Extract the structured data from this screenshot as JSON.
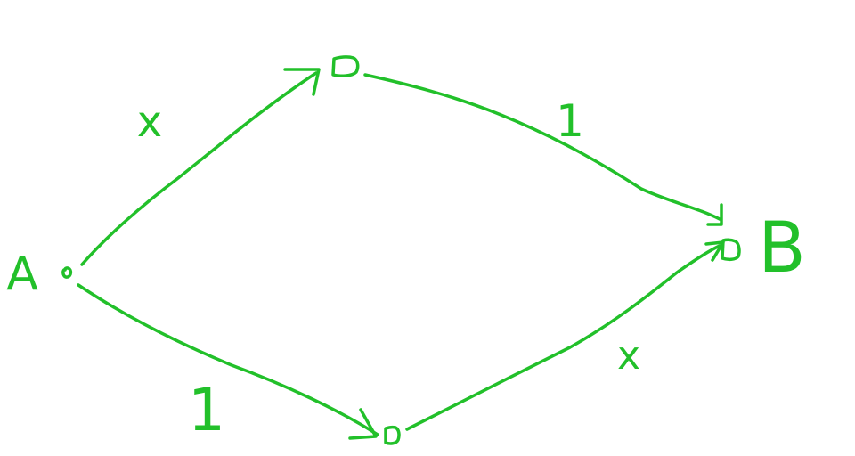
{
  "colors": {
    "ink": "#22c02a",
    "background": "#ffffff"
  },
  "nodes": {
    "a": {
      "label": "A"
    },
    "b": {
      "label": "B"
    }
  },
  "edges": {
    "a_to_top": {
      "weight": "x"
    },
    "top_to_b": {
      "weight": "1"
    },
    "a_to_bottom": {
      "weight": "1"
    },
    "bottom_to_b": {
      "weight": "x"
    }
  }
}
